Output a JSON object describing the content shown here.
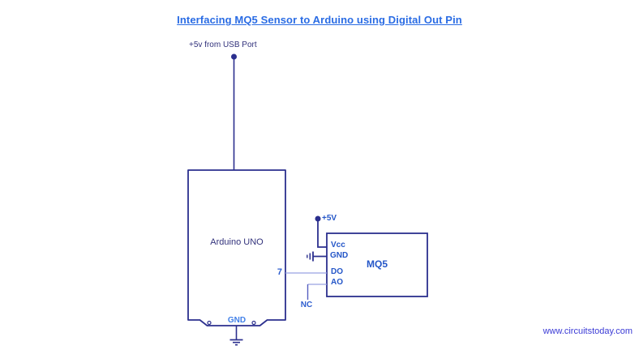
{
  "title": "Interfacing MQ5 Sensor to Arduino using Digital Out Pin",
  "power": {
    "usb_label": "+5v from USB Port",
    "supply_label": "+5V"
  },
  "arduino": {
    "name": "Arduino UNO",
    "gnd_label": "GND",
    "pin7_label": "7"
  },
  "mq5": {
    "name": "MQ5",
    "pin_vcc": "Vcc",
    "pin_gnd": "GND",
    "pin_do": "DO",
    "pin_ao": "AO",
    "nc_label": "NC"
  },
  "footer": {
    "website": "www.circuitstoday.com"
  },
  "colors": {
    "title": "#2a6ce4",
    "wire": "#2b2f8e",
    "light_wire": "#99a2e2",
    "pin_label": "#2456c8",
    "dark_label": "#31317b",
    "arduino_gnd_label": "#4180e8",
    "website": "#3a3ad6",
    "background": "#ffffff"
  }
}
